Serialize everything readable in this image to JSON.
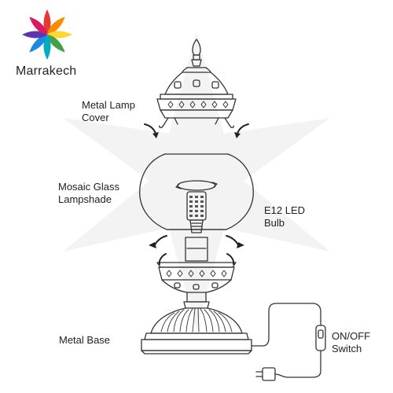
{
  "brand": {
    "name": "Marrakech"
  },
  "labels": {
    "cover": "Metal Lamp\nCover",
    "shade": "Mosaic Glass\nLampshade",
    "bulb": "E12 LED\nBulb",
    "base": "Metal Base",
    "switch": "ON/OFF\nSwitch"
  },
  "colors": {
    "line": "#333333",
    "watermark": "#f2f2f2",
    "bulb_leds": "#444444",
    "logo_petals": [
      "#e53935",
      "#fb8c00",
      "#fdd835",
      "#43a047",
      "#00acc1",
      "#1e88e5",
      "#5e35b1",
      "#d81b60"
    ]
  }
}
